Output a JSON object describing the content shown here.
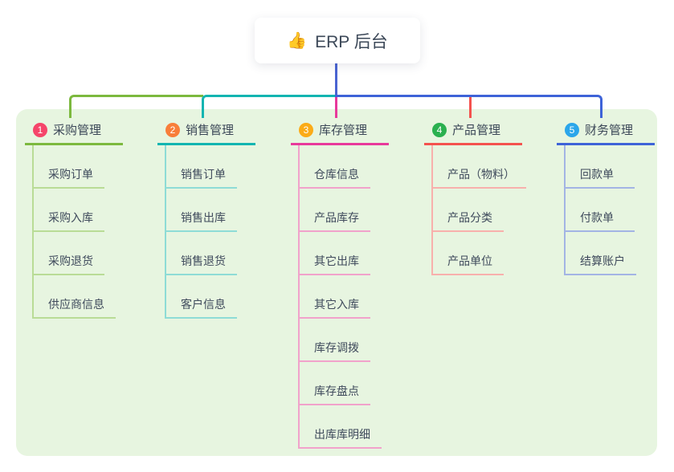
{
  "root": {
    "icon": "👍",
    "title": "ERP 后台"
  },
  "colors": {
    "page_bg": "#ffffff",
    "panel_bg": "#e7f5e0",
    "root_line": "#4a64d2",
    "title_text": "#3c4858",
    "child_text": "#3f4a5c"
  },
  "branches": [
    {
      "num": "1",
      "label": "采购管理",
      "badge_color": "#f5456a",
      "line_color": "#7cb93e",
      "child_line_color": "#b9dc96",
      "children": [
        "采购订单",
        "采购入库",
        "采购退货",
        "供应商信息"
      ]
    },
    {
      "num": "2",
      "label": "销售管理",
      "badge_color": "#f87e3a",
      "line_color": "#13b5b1",
      "child_line_color": "#8edcd6",
      "children": [
        "销售订单",
        "销售出库",
        "销售退货",
        "客户信息"
      ]
    },
    {
      "num": "3",
      "label": "库存管理",
      "badge_color": "#fbab17",
      "line_color": "#e8399b",
      "child_line_color": "#f1a2cb",
      "children": [
        "仓库信息",
        "产品库存",
        "其它出库",
        "其它入库",
        "库存调拨",
        "库存盘点",
        "出库库明细"
      ]
    },
    {
      "num": "4",
      "label": "产品管理",
      "badge_color": "#2ab04f",
      "line_color": "#f4524e",
      "child_line_color": "#f8b0ac",
      "children": [
        "产品（物料）",
        "产品分类",
        "产品单位"
      ]
    },
    {
      "num": "5",
      "label": "财务管理",
      "badge_color": "#2ba6ea",
      "line_color": "#3e63d8",
      "child_line_color": "#a3b4e4",
      "children": [
        "回款单",
        "付款单",
        "结算账户"
      ]
    }
  ]
}
